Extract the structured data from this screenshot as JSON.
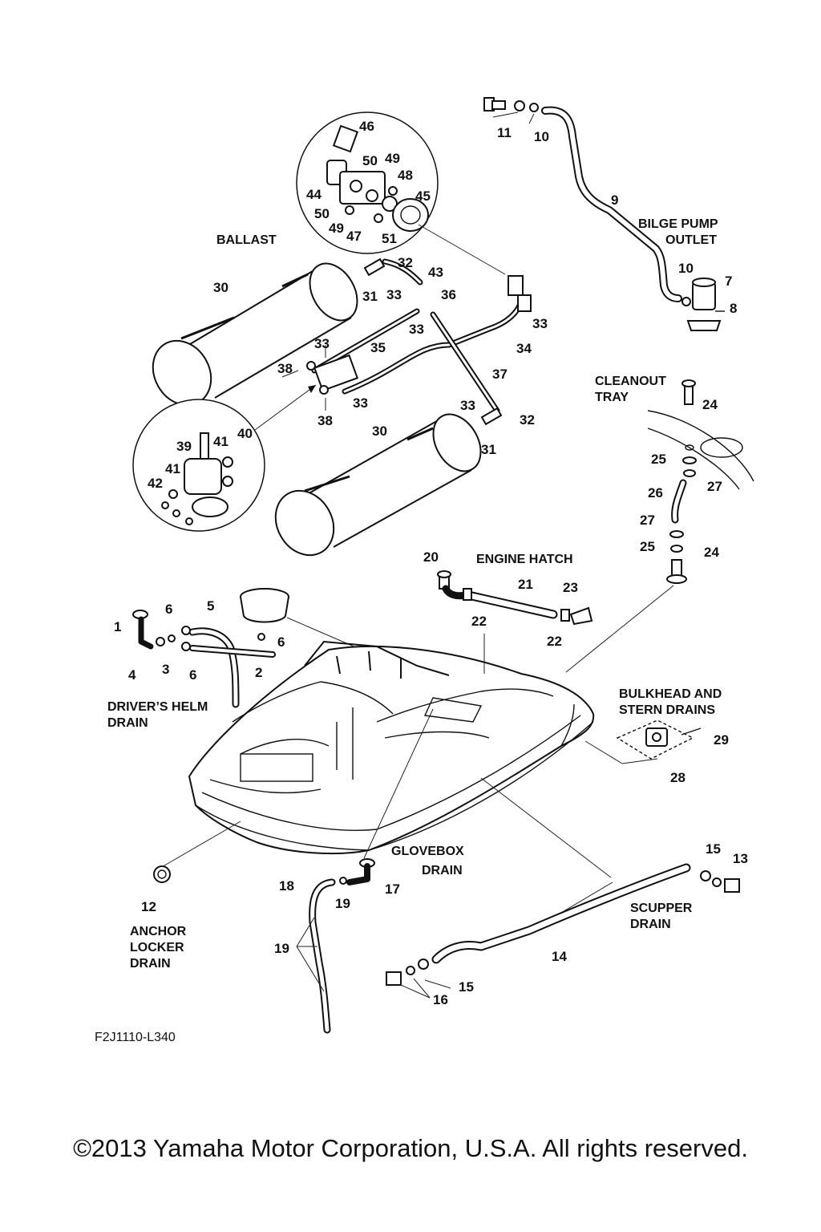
{
  "section_labels": {
    "ballast": "BALLAST",
    "bilge_pump_outlet_1": "BILGE PUMP",
    "bilge_pump_outlet_2": "OUTLET",
    "cleanout_tray_1": "CLEANOUT",
    "cleanout_tray_2": "TRAY",
    "engine_hatch": "ENGINE HATCH",
    "drivers_helm_1": "DRIVER’S HELM",
    "drivers_helm_2": "DRAIN",
    "bulkhead_1": "BULKHEAD AND",
    "bulkhead_2": "STERN DRAINS",
    "glovebox_1": "GLOVEBOX",
    "glovebox_2": "DRAIN",
    "scupper_1": "SCUPPER",
    "scupper_2": "DRAIN",
    "anchor_1": "ANCHOR",
    "anchor_2": "LOCKER",
    "anchor_3": "DRAIN"
  },
  "callouts": {
    "c46": "46",
    "c50a": "50",
    "c49a": "49",
    "c48": "48",
    "c44": "44",
    "c45": "45",
    "c50b": "50",
    "c49b": "49",
    "c47": "47",
    "c51": "51",
    "c11": "11",
    "c10a": "10",
    "c9": "9",
    "c10b": "10",
    "c7": "7",
    "c8": "8",
    "c30a": "30",
    "c31a": "31",
    "c32a": "32",
    "c43": "43",
    "c33a": "33",
    "c36": "36",
    "c33b": "33",
    "c33c": "33",
    "c34": "34",
    "c33d": "33",
    "c35": "35",
    "c38a": "38",
    "c37": "37",
    "c33e": "33",
    "c38b": "38",
    "c33f": "33",
    "c32b": "32",
    "c31b": "31",
    "c30b": "30",
    "c39": "39",
    "c41a": "41",
    "c40": "40",
    "c41b": "41",
    "c42": "42",
    "c24a": "24",
    "c25a": "25",
    "c27a": "27",
    "c26": "26",
    "c27b": "27",
    "c25b": "25",
    "c24b": "24",
    "c20": "20",
    "c21": "21",
    "c23": "23",
    "c22a": "22",
    "c22b": "22",
    "c1": "1",
    "c6a": "6",
    "c5": "5",
    "c6b": "6",
    "c4": "4",
    "c3": "3",
    "c6c": "6",
    "c2": "2",
    "c29": "29",
    "c28": "28",
    "c12": "12",
    "c15a": "15",
    "c13": "13",
    "c18": "18",
    "c19a": "19",
    "c17": "17",
    "c19b": "19",
    "c14": "14",
    "c15b": "15",
    "c16": "16"
  },
  "figure_code": "F2J1110-L340",
  "copyright": "©2013 Yamaha Motor Corporation, U.S.A. All rights reserved."
}
